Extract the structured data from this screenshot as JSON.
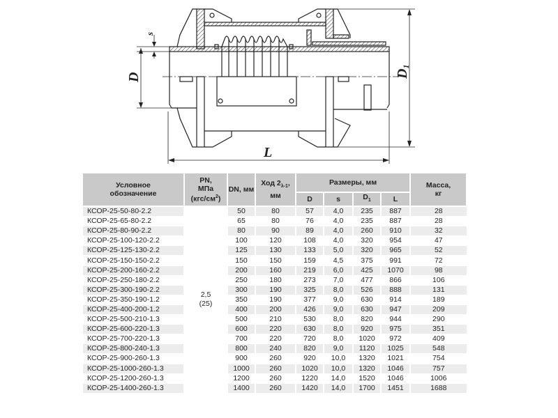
{
  "drawing": {
    "labels": {
      "s": "s",
      "D": "D",
      "D1": "D",
      "D1_sub": "1",
      "L": "L"
    }
  },
  "table": {
    "headers": {
      "name": "Условное обозначение",
      "pn_line1": "PN,",
      "pn_line2": "МПа",
      "pn_line3": "(кгс/см",
      "pn_sup": "2",
      "pn_close": ")",
      "dn": "DN, мм",
      "stroke_line1": "Ход 2",
      "stroke_sub": "λ-1",
      "stroke_comma": ",",
      "stroke_line2": "мм",
      "dims": "Размеры, мм",
      "d": "D",
      "s": "s",
      "d1": "D",
      "d1_sub": "1",
      "l": "L",
      "mass_line1": "Масса,",
      "mass_line2": "кг"
    },
    "pn_value": "2,5",
    "pn_value_kgf": "(25)",
    "rows": [
      [
        "КСОР-25-50-80-2.2",
        "50",
        "80",
        "57",
        "4,0",
        "235",
        "887",
        "28"
      ],
      [
        "КСОР-25-65-80-2.2",
        "65",
        "80",
        "76",
        "4,0",
        "235",
        "887",
        "28"
      ],
      [
        "КСОР-25-80-90-2.2",
        "80",
        "90",
        "89",
        "4,0",
        "260",
        "910",
        "32"
      ],
      [
        "КСОР-25-100-120-2.2",
        "100",
        "120",
        "108",
        "4,0",
        "320",
        "954",
        "47"
      ],
      [
        "КСОР-25-125-130-2.2",
        "125",
        "130",
        "133",
        "5,0",
        "320",
        "965",
        "52"
      ],
      [
        "КСОР-25-150-150-2.2",
        "150",
        "150",
        "159",
        "4,5",
        "375",
        "991",
        "72"
      ],
      [
        "КСОР-25-200-160-2.2",
        "200",
        "160",
        "219",
        "6,0",
        "425",
        "1070",
        "98"
      ],
      [
        "КСОР-25-250-180-2.2",
        "250",
        "180",
        "273",
        "7,0",
        "477",
        "866",
        "106"
      ],
      [
        "КСОР-25-300-190-2.2",
        "300",
        "190",
        "325",
        "8,0",
        "526",
        "888",
        "131"
      ],
      [
        "КСОР-25-350-190-1.2",
        "350",
        "190",
        "377",
        "9,0",
        "630",
        "914",
        "189"
      ],
      [
        "КСОР-25-400-200-1.2",
        "400",
        "200",
        "426",
        "9,0",
        "630",
        "947",
        "209"
      ],
      [
        "КСОР-25-500-210-1.3",
        "500",
        "210",
        "530",
        "8,0",
        "820",
        "944",
        "290"
      ],
      [
        "КСОР-25-600-220-1.3",
        "600",
        "220",
        "630",
        "8,0",
        "920",
        "975",
        "351"
      ],
      [
        "КСОР-25-700-220-1.3",
        "700",
        "220",
        "720",
        "8,0",
        "1020",
        "972",
        "409"
      ],
      [
        "КСОР-25-800-240-1.3",
        "800",
        "240",
        "820",
        "9,0",
        "1120",
        "1025",
        "548"
      ],
      [
        "КСОР-25-900-260-1.3",
        "900",
        "260",
        "920",
        "10,0",
        "1320",
        "1021",
        "754"
      ],
      [
        "КСОР-25-1000-260-1.3",
        "1000",
        "260",
        "1020",
        "10,0",
        "1320",
        "1046",
        "757"
      ],
      [
        "КСОР-25-1200-260-1.3",
        "1200",
        "260",
        "1220",
        "14,0",
        "1520",
        "1046",
        "1006"
      ],
      [
        "КСОР-25-1400-260-1.3",
        "1400",
        "260",
        "1420",
        "14,0",
        "1700",
        "1451",
        "1688"
      ]
    ]
  }
}
